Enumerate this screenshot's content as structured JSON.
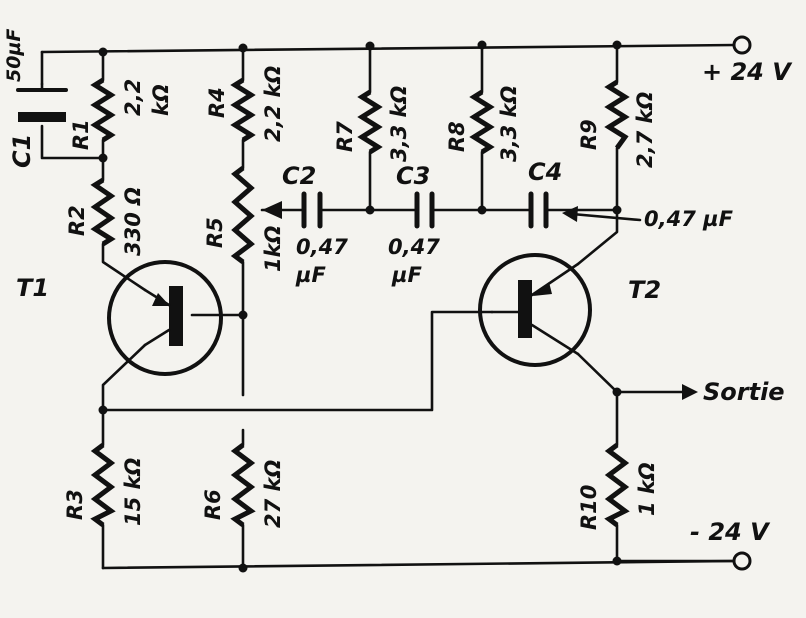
{
  "labels": {
    "c1": "C1",
    "c1_value": "50µF",
    "r1": "R1",
    "r1_value_a": "2,2",
    "r1_value_b": "kΩ",
    "r2": "R2",
    "r2_value": "330 Ω",
    "r3": "R3",
    "r3_value": "15 kΩ",
    "r4": "R4",
    "r4_value": "2,2 kΩ",
    "r5": "R5",
    "r5_value": "1kΩ",
    "r6": "R6",
    "r6_value": "27 kΩ",
    "r7": "R7",
    "r7_value": "3,3 kΩ",
    "r8": "R8",
    "r8_value": "3,3 kΩ",
    "r9": "R9",
    "r9_value": "2,7 kΩ",
    "r10": "R10",
    "r10_value": "1 kΩ",
    "c2": "C2",
    "c2_value_a": "0,47",
    "c2_value_b": "µF",
    "c3": "C3",
    "c3_value_a": "0,47",
    "c3_value_b": "µF",
    "c4": "C4",
    "c4_value": "0,47 µF",
    "t1": "T1",
    "t2": "T2",
    "vplus": "+ 24 V",
    "vminus": "- 24 V",
    "output": "Sortie"
  }
}
